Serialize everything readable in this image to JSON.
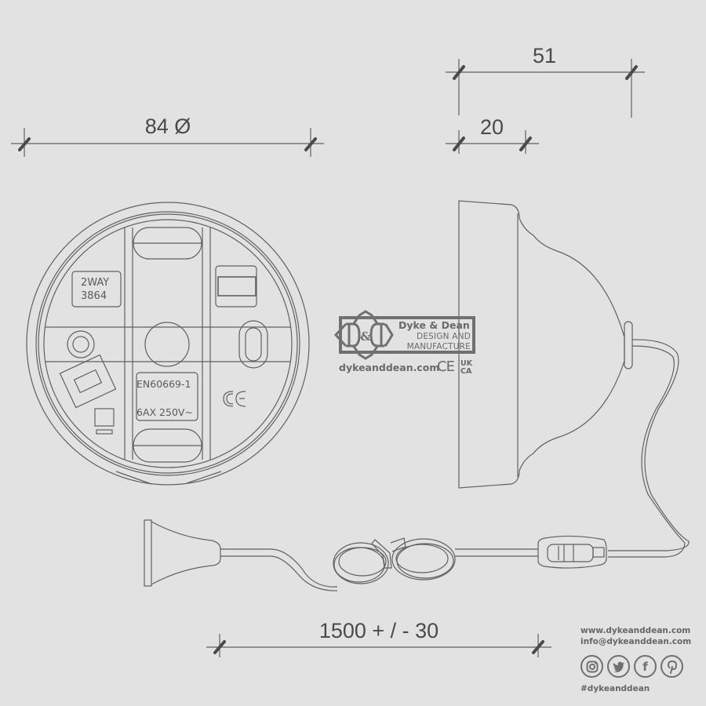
{
  "dimensions": {
    "diameter": "84 Ø",
    "depth_total": "51",
    "depth_base": "20",
    "cord_length": "1500 + / - 30"
  },
  "switch_face": {
    "label_type": "2WAY",
    "label_model": "3864",
    "standard": "EN60669-1",
    "rating": "6AX  250V~",
    "ce_mark": "CE"
  },
  "brand": {
    "monogram": "D&D",
    "name": "Dyke & Dean",
    "tagline_1": "DESIGN AND",
    "tagline_2": "MANUFACTURE",
    "url": "dykeanddean.com",
    "ce": "CE",
    "ukca_1": "UK",
    "ukca_2": "CA"
  },
  "footer": {
    "website": "www.dykeanddean.com",
    "email": "info@dykeanddean.com",
    "hashtag": "#dykeanddean",
    "social_icons": [
      "instagram-icon",
      "twitter-icon",
      "facebook-icon",
      "pinterest-icon"
    ]
  },
  "colors": {
    "background": "#e2e2e2",
    "line": "#555555",
    "logo": "#6a6a6a"
  }
}
